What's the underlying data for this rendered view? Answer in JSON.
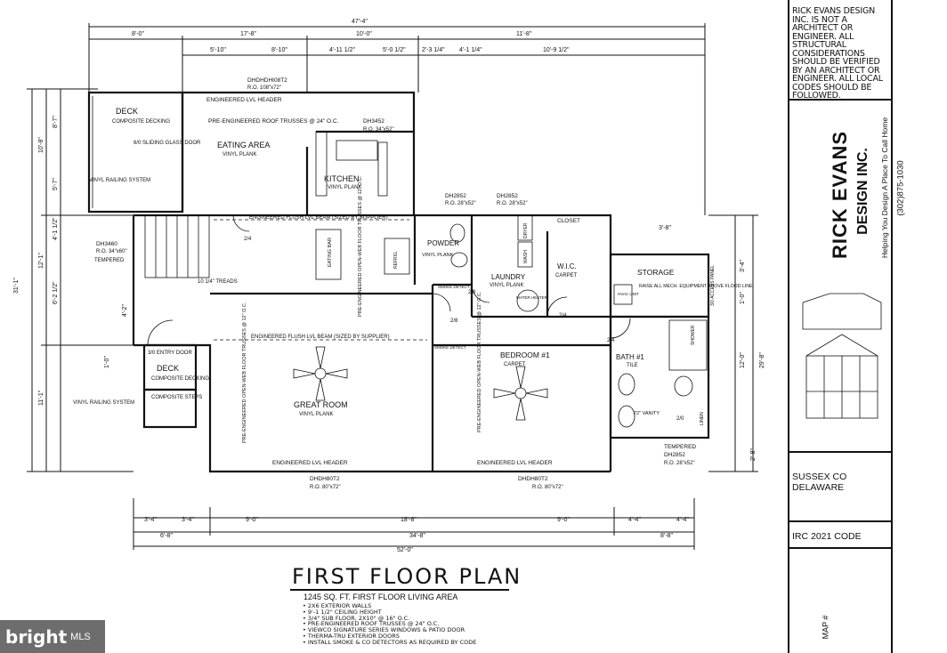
{
  "plan": {
    "title": "FIRST FLOOR PLAN",
    "area_note": "1245 SQ. FT. FIRST FLOOR LIVING AREA",
    "notes": [
      "2x6 EXTERIOR WALLS",
      "9'-1 1/2\" CEILING HEIGHT",
      "3/4\" SUB FLOOR, 2x10\" @ 16\" O.C.",
      "PRE-ENGINEERED ROOF TRUSSES @ 24\" O.C.",
      "VIEWCO SIGNATURE SERIES WINDOWS & PATIO DOOR",
      "THERMA-TRU EXTERIOR DOORS",
      "INSTALL SMOKE & CO DETECTORS AS REQUIRED BY CODE"
    ],
    "dimensions_top": [
      "47'-4\"",
      "8'-0\"",
      "17'-8\"",
      "10'-0\"",
      "11'-8\"",
      "5'-10\"",
      "8'-10\"",
      "4'-11 1/2\"",
      "5'-0 1/2\"",
      "2'-3 1/4\"",
      "4'-1 1/4\"",
      "10'-9 1/2\""
    ],
    "dimensions_bottom": [
      "3'-4\"",
      "3'-4\"",
      "9'-0\"",
      "18'-8\"",
      "9'-0\"",
      "4'-4\"",
      "4'-4\"",
      "6'-8\"",
      "34'-8\"",
      "8'-8\"",
      "52'-0\""
    ],
    "dimensions_left": [
      "31'-1\"",
      "10'-8\"",
      "8'-7\"",
      "5'-7\"",
      "4'-1 1/2\"",
      "12'-1\"",
      "6'-2 1/2\"",
      "4'-2\"",
      "1'-0\"",
      "11'-1\""
    ],
    "dimensions_right": [
      "3'-8\"",
      "3'-4\"",
      "1'-0\"",
      "12'-0\"",
      "29'-8\"",
      "2'-8\""
    ],
    "rooms": {
      "deck_top": "DECK",
      "deck_top_sub": "COMPOSITE DECKING",
      "slider": "6/0 SLIDING GLASS DOOR",
      "vinyl_railing": "VINYL RAILING SYSTEM",
      "eating_area": "EATING AREA",
      "eating_floor": "VINYL PLANK",
      "kitchen": "KITCHEN",
      "kitchen_floor": "VINYL PLANK",
      "great_room": "GREAT ROOM",
      "great_floor": "VINYL PLANK",
      "powder": "POWDER",
      "powder_floor": "VINYL PLANK",
      "laundry": "LAUNDRY",
      "laundry_floor": "VINYL PLANK",
      "wic": "W.I.C.",
      "wic_floor": "CARPET",
      "closet": "CLOSET",
      "bedroom": "BEDROOM #1",
      "bedroom_floor": "CARPET",
      "bath": "BATH #1",
      "bath_floor": "TILE",
      "storage": "STORAGE",
      "storage_note": "RAISE ALL MECH. EQUIPMENT ABOVE FLOOD LINE",
      "deck_bottom": "DECK",
      "deck_bottom_sub": "COMPOSITE DECKING",
      "composite_steps": "COMPOSITE STEPS",
      "entry_door": "3/0 ENTRY DOOR",
      "treads": "10 1/4\" TREADS",
      "eating_bar": "EATING BAR"
    },
    "callouts": {
      "lvl_header_top": "ENGINEERED LVL HEADER",
      "roof_trusses_top": "PRE-ENGINEERED ROOF TRUSSES @ 24\" O.C.",
      "flush_beam_top": "ENGINEERED FLUSH LVL BEAM (SIZED BY SUPPLIER)",
      "flush_beam_mid": "ENGINEERED FLUSH LVL BEAM (SIZED BY SUPPLIER)",
      "floor_trusses": "PRE-ENGINEERED OPEN-WEB FLOOR TRUSSES @ 12\" O.C.",
      "lvl_header_bottom": "ENGINEERED LVL HEADER",
      "window_top": "DHDHDHI08T2",
      "window_top_ro": "R.O. 108\"x72\"",
      "window_dh3452": "DH3452",
      "window_dh3452_ro": "R.O. 34\"x52\"",
      "window_dh3460": "DH3460",
      "window_dh3460_ro": "R.O. 34\"x60\"",
      "window_tempered": "TEMPERED",
      "window_dh2852_a": "DH2852",
      "window_dh2852_a_ro": "R.O. 28\"x52\"",
      "window_dh2852_b": "DH2852",
      "window_dh2852_b_ro": "R.O. 28\"x52\"",
      "window_dh2852_c": "DH2852",
      "window_dh2852_c_ro": "R.O. 28\"x52\"",
      "window_bottom_a": "DHDH80T2",
      "window_bottom_a_ro": "R.O. 80\"x72\"",
      "window_bottom_b": "DHDH80T2",
      "window_bottom_b_ro": "R.O. 80\"x72\"",
      "hvac": "HVAC UNIT",
      "water_heater": "WATER HEATER",
      "vanity": "72\" VANITY",
      "shower": "SHOWER",
      "linen": "LINEN",
      "refrig": "REFRIG.",
      "dryer": "DRYER",
      "washer": "WASH",
      "smoke": "SMOKE DETECT.",
      "door_24": "2/4",
      "door_28": "2/8",
      "door_20": "2/0",
      "door_30": "3/0 ACCESS PANEL"
    }
  },
  "title_block": {
    "disclaimer": "RICK EVANS DESIGN INC. IS NOT A ARCHITECT OR ENGINEER. ALL STRUCTURAL CONSIDERATIONS SHOULD BE VERIFIED BY AN ARCHITECT OR ENGINEER. ALL LOCAL CODES SHOULD BE FOLLOWED.",
    "company": "RICK EVANS",
    "company_sub": "DESIGN INC.",
    "tagline": "Helping You Design A Place To Call Home",
    "phone": "(302)875-1030",
    "county": "SUSSEX CO",
    "state": "DELAWARE",
    "code": "IRC 2021 CODE",
    "map": "MAP #"
  },
  "watermark": {
    "brand": "bright",
    "mls": "MLS"
  }
}
